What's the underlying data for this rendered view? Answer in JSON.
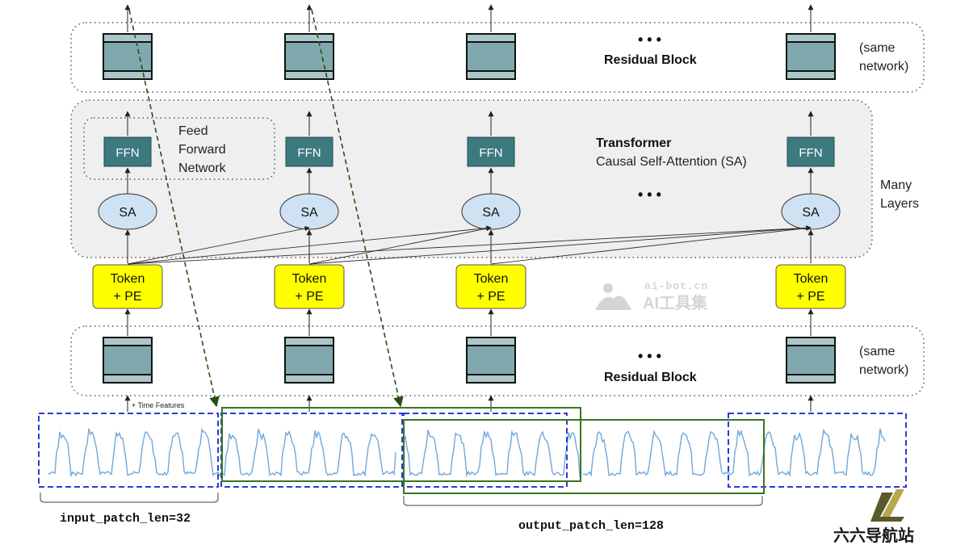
{
  "labels": {
    "residual_block": "Residual Block",
    "same_network": [
      "(same",
      "network)"
    ],
    "transformer": "Transformer",
    "causal_sa": "Causal Self-Attention (SA)",
    "many_layers": [
      "Many",
      "Layers"
    ],
    "ffn": "FFN",
    "sa": "SA",
    "token": [
      "Token",
      "+ PE"
    ],
    "feed_forward": [
      "Feed",
      "Forward",
      "Network"
    ],
    "ellipsis": "• • •",
    "time_features": "+ Time Features",
    "input_patch_len": "input_patch_len=32",
    "output_patch_len": "output_patch_len=128"
  },
  "watermarks": {
    "aibot_small": "ai-bot.cn",
    "aibot_large": "AI工具集",
    "site_name": "六六导航站"
  },
  "colors": {
    "block_fill": "#7fa9ad",
    "block_band": "#a9c6c9",
    "ffn_fill": "#3d7a80",
    "sa_fill": "#cfe2f3",
    "token_fill": "#ffff00",
    "transformer_bg": "#efefef",
    "patch_blue": "#2b3bd6",
    "patch_green": "#38761d",
    "series_line": "#6fa8dc",
    "arrow_green": "#274e13"
  }
}
